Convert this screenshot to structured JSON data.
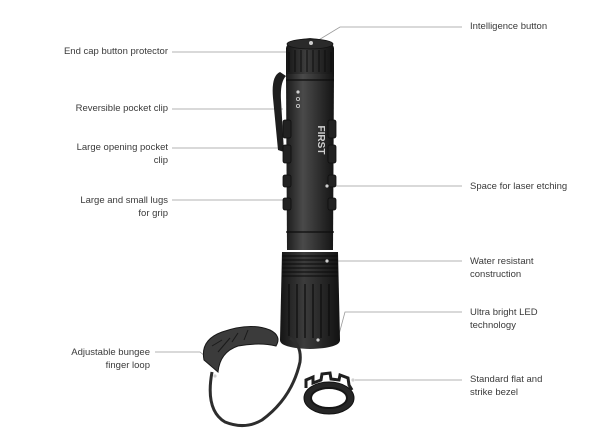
{
  "callouts_left": [
    {
      "id": "end-cap",
      "text": "End cap button protector"
    },
    {
      "id": "pocket-clip",
      "text": "Reversible pocket clip"
    },
    {
      "id": "large-opening-clip",
      "text": "Large opening pocket\nclip"
    },
    {
      "id": "lugs",
      "text": "Large and small lugs\nfor grip"
    },
    {
      "id": "bungee",
      "text": "Adjustable bungee\nfinger loop"
    }
  ],
  "callouts_right": [
    {
      "id": "intelligence",
      "text": "Intelligence button"
    },
    {
      "id": "laser",
      "text": "Space for laser etching"
    },
    {
      "id": "water",
      "text": "Water resistant\nconstruction"
    },
    {
      "id": "led",
      "text": "Ultra bright LED\ntechnology"
    },
    {
      "id": "bezel",
      "text": "Standard flat and\nstrike bezel"
    }
  ],
  "brand_text": "FIRST",
  "colors": {
    "line": "#9a9a9a",
    "text": "#3a3a3a",
    "body": "#2b2b2b",
    "dark": "#161616"
  }
}
